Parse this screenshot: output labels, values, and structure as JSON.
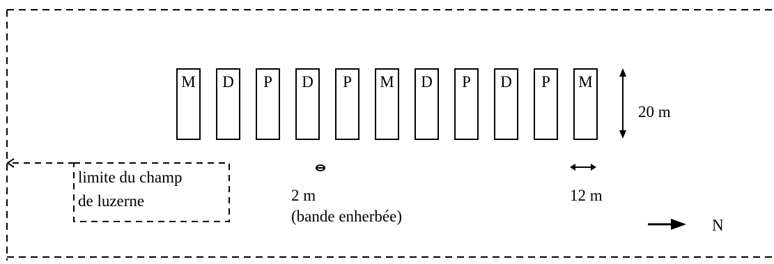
{
  "plots": [
    "M",
    "D",
    "P",
    "D",
    "P",
    "M",
    "D",
    "P",
    "D",
    "P",
    "M"
  ],
  "height_label": "20 m",
  "plot_width_label": "12 m",
  "strip_width_label": "2 m",
  "strip_name": "(bande enherbée)",
  "field_limit": {
    "line1": "limite du champ",
    "line2": "de luzerne"
  },
  "north_label": "N"
}
